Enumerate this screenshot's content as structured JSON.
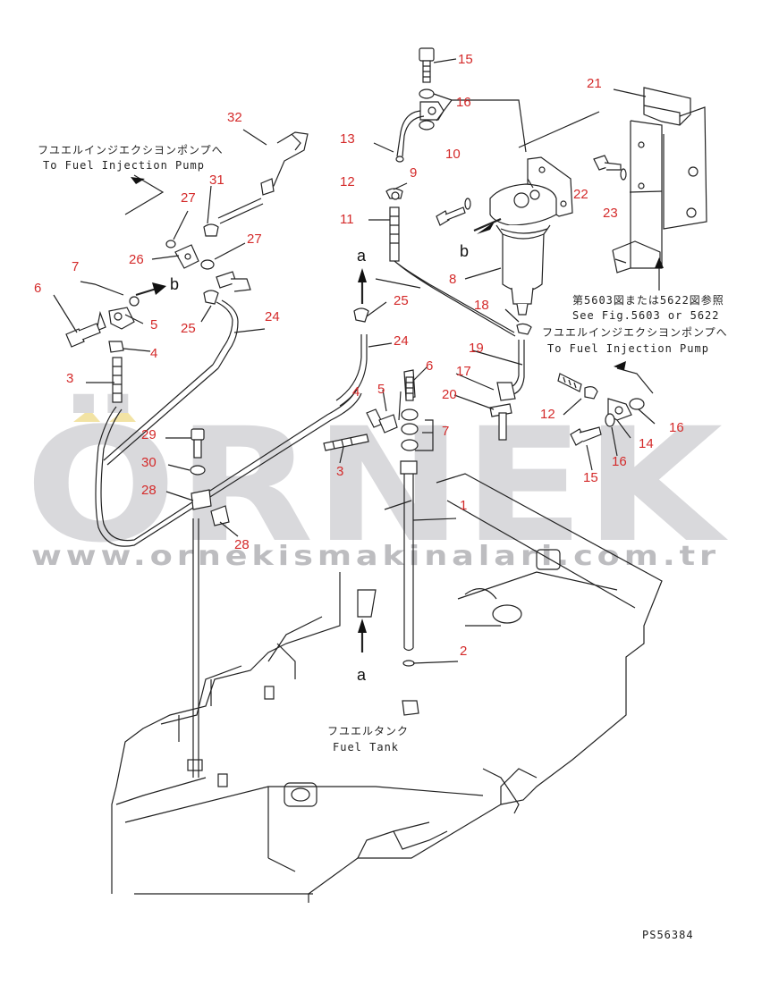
{
  "watermark": {
    "brand": "ÖRNEK",
    "url": "www.ornekismakinalari.com.tr"
  },
  "notes": {
    "to_pump_jp_left": "フユエルインジエクシヨンポンプへ",
    "to_pump_en_left": "To Fuel Injection Pump",
    "to_pump_jp_right": "フユエルインジエクシヨンポンプへ",
    "to_pump_en_right": "To Fuel Injection Pump",
    "see_fig_jp": "第5603図または5622図参照",
    "see_fig_en": "See Fig.5603 or 5622",
    "tank_jp": "フユエルタンク",
    "tank_en": "Fuel Tank",
    "drawing_code": "PS56384"
  },
  "connectors": {
    "a_top": "a",
    "a_bottom": "a",
    "b_left": "b",
    "b_right": "b"
  },
  "callouts": [
    {
      "id": "c15a",
      "label": "15"
    },
    {
      "id": "c16a",
      "label": "16"
    },
    {
      "id": "c21",
      "label": "21"
    },
    {
      "id": "c13",
      "label": "13"
    },
    {
      "id": "c10",
      "label": "10"
    },
    {
      "id": "c9",
      "label": "9"
    },
    {
      "id": "c12a",
      "label": "12"
    },
    {
      "id": "c11",
      "label": "11"
    },
    {
      "id": "c22",
      "label": "22"
    },
    {
      "id": "c23",
      "label": "23"
    },
    {
      "id": "c8",
      "label": "8"
    },
    {
      "id": "c18",
      "label": "18"
    },
    {
      "id": "c32",
      "label": "32"
    },
    {
      "id": "c31",
      "label": "31"
    },
    {
      "id": "c27a",
      "label": "27"
    },
    {
      "id": "c27b",
      "label": "27"
    },
    {
      "id": "c26",
      "label": "26"
    },
    {
      "id": "c7a",
      "label": "7"
    },
    {
      "id": "c6a",
      "label": "6"
    },
    {
      "id": "c5a",
      "label": "5"
    },
    {
      "id": "c4a",
      "label": "4"
    },
    {
      "id": "c3a",
      "label": "3"
    },
    {
      "id": "c25a",
      "label": "25"
    },
    {
      "id": "c25b",
      "label": "25"
    },
    {
      "id": "c24a",
      "label": "24"
    },
    {
      "id": "c24b",
      "label": "24"
    },
    {
      "id": "c19",
      "label": "19"
    },
    {
      "id": "c17",
      "label": "17"
    },
    {
      "id": "c20",
      "label": "20"
    },
    {
      "id": "c6b",
      "label": "6"
    },
    {
      "id": "c5b",
      "label": "5"
    },
    {
      "id": "c4b",
      "label": "4"
    },
    {
      "id": "c7b",
      "label": "7"
    },
    {
      "id": "c3b",
      "label": "3"
    },
    {
      "id": "c12b",
      "label": "12"
    },
    {
      "id": "c14",
      "label": "14"
    },
    {
      "id": "c16b",
      "label": "16"
    },
    {
      "id": "c16c",
      "label": "16"
    },
    {
      "id": "c15b",
      "label": "15"
    },
    {
      "id": "c29",
      "label": "29"
    },
    {
      "id": "c30",
      "label": "30"
    },
    {
      "id": "c28a",
      "label": "28"
    },
    {
      "id": "c28b",
      "label": "28"
    },
    {
      "id": "c1",
      "label": "1"
    },
    {
      "id": "c2",
      "label": "2"
    }
  ]
}
